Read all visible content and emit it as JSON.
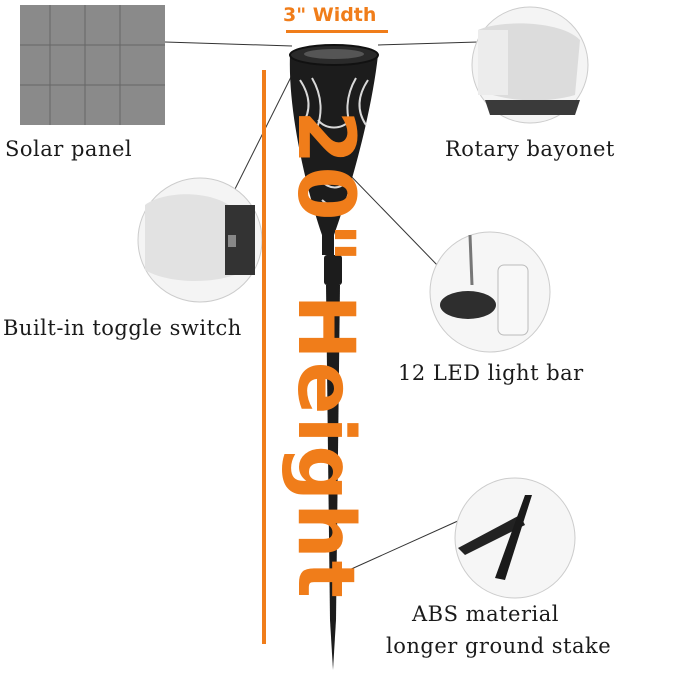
{
  "dimensions": {
    "width_label": "3\" Width",
    "height_label": "20\" Height"
  },
  "callouts": {
    "solar_panel": "Solar panel",
    "rotary_bayonet": "Rotary bayonet",
    "toggle_switch": "Built-in toggle switch",
    "led_bar": "12 LED light bar",
    "stake_line1": "ABS material",
    "stake_line2": "longer ground stake"
  },
  "colors": {
    "accent": "#f07d1a",
    "product": "#1c1c1c"
  }
}
